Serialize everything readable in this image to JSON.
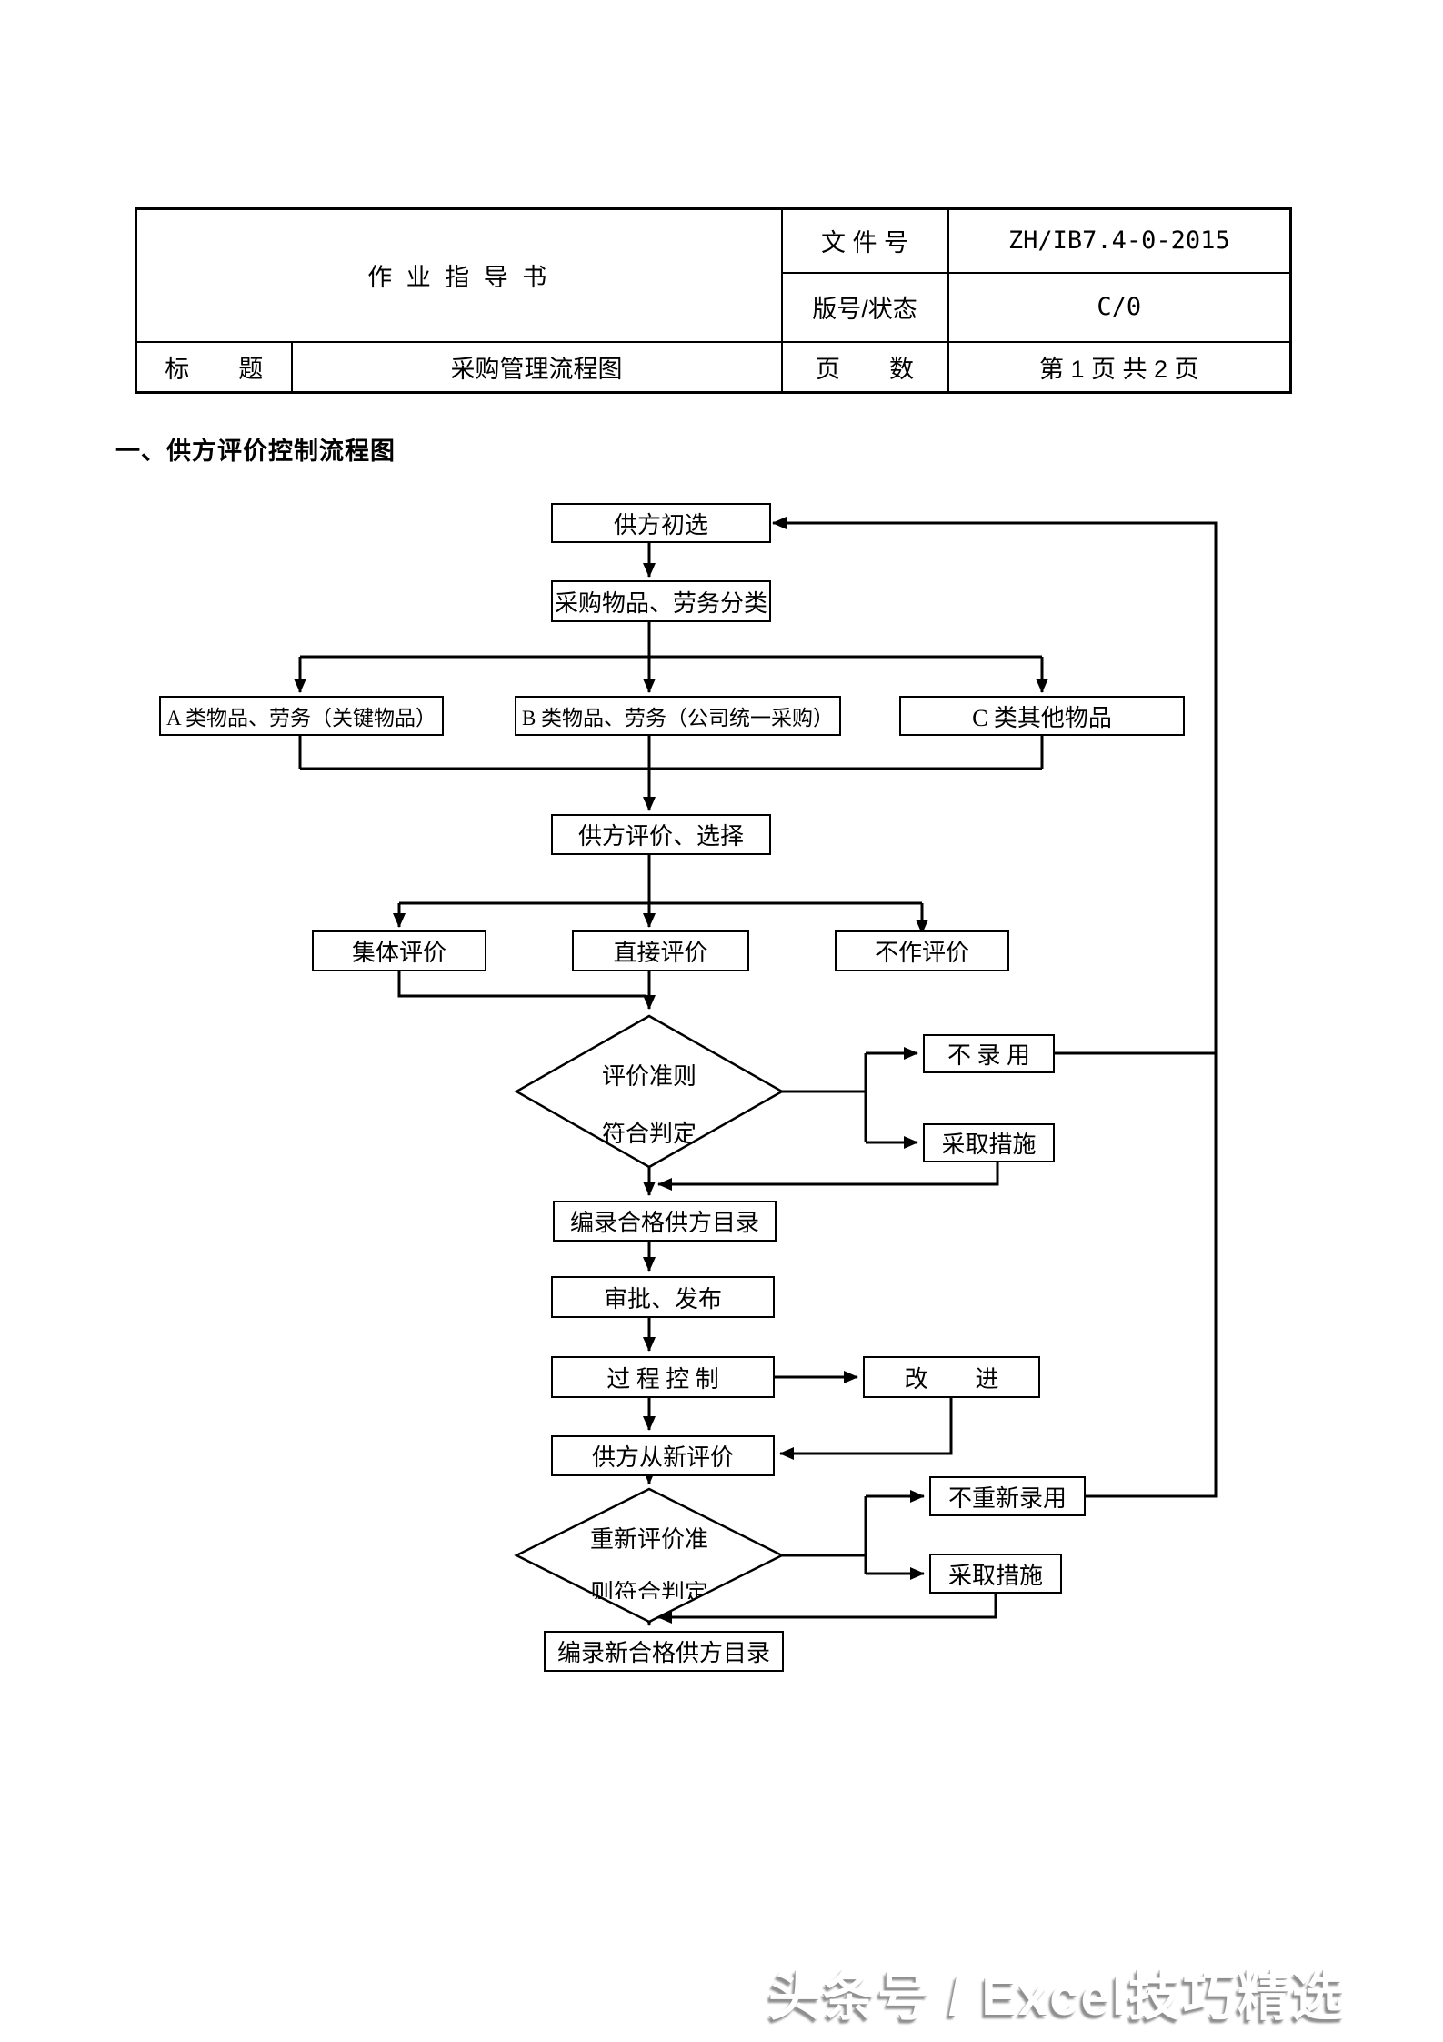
{
  "header_table": {
    "doc_type": "作 业 指 导 书",
    "file_no_label": "文 件 号",
    "file_no_value": "ZH/IB7.4-0-2015",
    "version_label": "版号/状态",
    "version_value": "C/0",
    "title_label": "标　　题",
    "title_value": "采购管理流程图",
    "pages_label": "页　　数",
    "pages_value": "第 1 页  共 2 页"
  },
  "section": {
    "heading": "一、供方评价控制流程图"
  },
  "flowchart": {
    "nodes": [
      {
        "id": "supplier-initial-selection",
        "label": "供方初选"
      },
      {
        "id": "item-labor-classification",
        "label": "采购物品、劳务分类"
      },
      {
        "id": "class-a-items",
        "label": "A 类物品、劳务（关键物品）"
      },
      {
        "id": "class-b-items",
        "label": "B 类物品、劳务（公司统一采购）"
      },
      {
        "id": "class-c-items",
        "label": "C 类其他物品"
      },
      {
        "id": "supplier-evaluation-selection",
        "label": "供方评价、选择"
      },
      {
        "id": "collective-evaluation",
        "label": "集体评价"
      },
      {
        "id": "direct-evaluation",
        "label": "直接评价"
      },
      {
        "id": "no-evaluation",
        "label": "不作评价"
      },
      {
        "id": "not-hired",
        "label": "不 录 用"
      },
      {
        "id": "take-measures-1",
        "label": "采取措施"
      },
      {
        "id": "compile-qualified-supplier-list",
        "label": "编录合格供方目录"
      },
      {
        "id": "approve-publish",
        "label": "审批、发布"
      },
      {
        "id": "process-control",
        "label": "过 程 控 制"
      },
      {
        "id": "improvement",
        "label": "改　　进"
      },
      {
        "id": "supplier-reevaluation",
        "label": "供方从新评价"
      },
      {
        "id": "not-rehired",
        "label": "不重新录用"
      },
      {
        "id": "take-measures-2",
        "label": "采取措施"
      },
      {
        "id": "compile-new-qualified-supplier-list",
        "label": "编录新合格供方目录"
      }
    ],
    "diamond1": {
      "line1": "评价准则",
      "line2": "符合判定"
    },
    "diamond2": {
      "line1": "重新评价准",
      "line2": "则符合判定"
    }
  },
  "watermark": {
    "text": "头条号 / Excel技巧精选"
  }
}
